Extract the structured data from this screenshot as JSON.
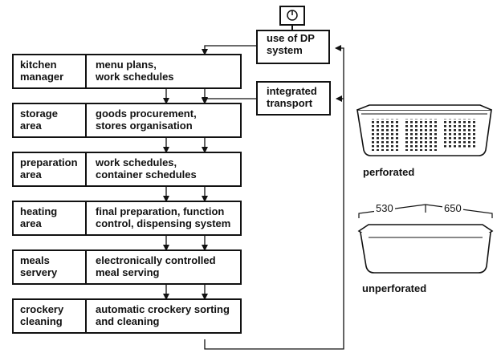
{
  "rows": [
    {
      "area": "kitchen\nmanager",
      "task": "menu plans,\nwork schedules"
    },
    {
      "area": "storage\narea",
      "task": "goods procurement,\nstores organisation"
    },
    {
      "area": "preparation\narea",
      "task": "work schedules,\ncontainer schedules"
    },
    {
      "area": "heating\narea",
      "task": "final preparation, function\ncontrol, dispensing system"
    },
    {
      "area": "meals\nservery",
      "task": "electronically controlled\nmeal serving"
    },
    {
      "area": "crockery\ncleaning",
      "task": "automatic crockery sorting\nand cleaning"
    }
  ],
  "side": {
    "dp": "use of DP\nsystem",
    "transport": "integrated\ntransport"
  },
  "containers": {
    "perforated": "perforated",
    "unperforated": "unperforated",
    "dim_width": "530",
    "dim_length": "650"
  },
  "icons": [
    "computer-icon",
    "perforated-container-icon",
    "unperforated-container-icon"
  ]
}
